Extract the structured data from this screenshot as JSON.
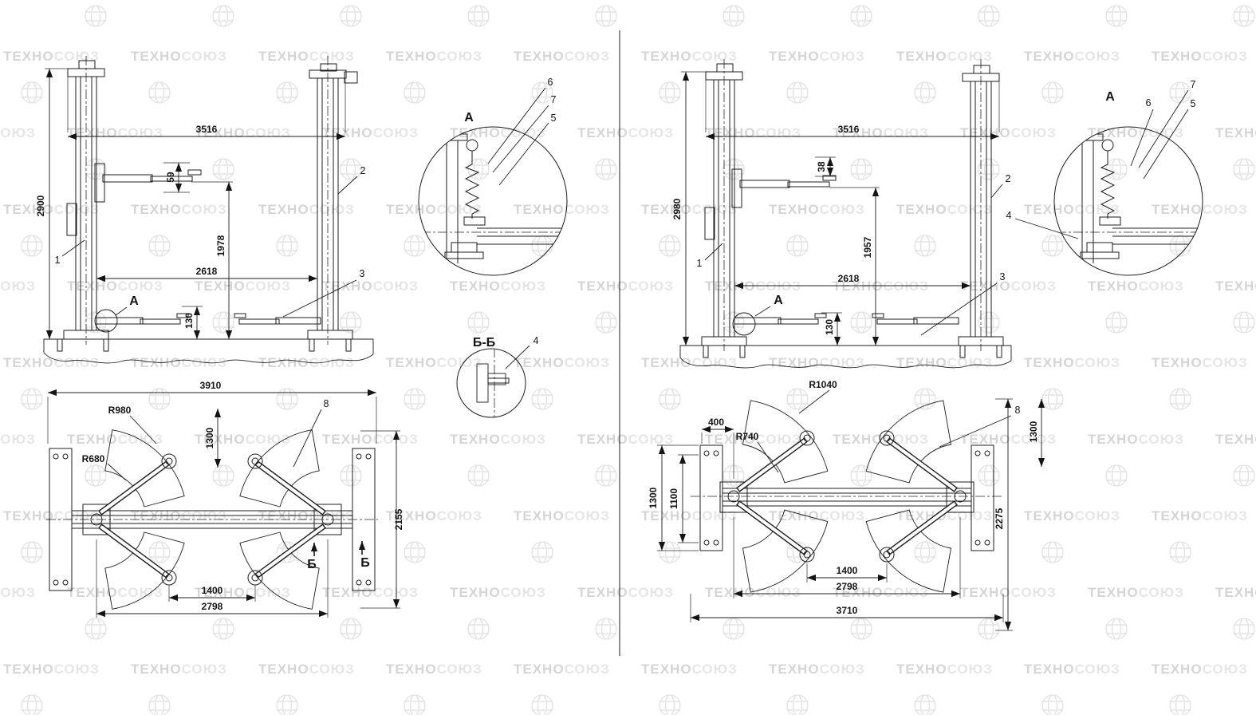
{
  "watermark": {
    "part1": "ТЕХНО",
    "part2": "СОЮЗ"
  },
  "left": {
    "front": {
      "dim_3516": "3516",
      "dim_2900": "2900",
      "dim_59": "59",
      "dim_1978": "1978",
      "dim_2618": "2618",
      "dim_130": "130",
      "callout_1": "1",
      "callout_2": "2",
      "callout_3": "3",
      "detail_marker": "А"
    },
    "detail_a": {
      "label": "А",
      "callout_6": "6",
      "callout_7": "7",
      "callout_5": "5"
    },
    "section_b": {
      "label": "Б-Б",
      "callout_4": "4"
    },
    "plan": {
      "dim_3910": "3910",
      "dim_r980": "R980",
      "dim_r680": "R680",
      "dim_1300": "1300",
      "callout_8": "8",
      "dim_2155": "2155",
      "dim_1400": "1400",
      "dim_2798": "2798",
      "section_arrow_1": "Б",
      "section_arrow_2": "Б"
    }
  },
  "right": {
    "front": {
      "dim_3516": "3516",
      "dim_2980": "2980",
      "dim_38": "38",
      "dim_1957": "1957",
      "dim_2618": "2618",
      "dim_130": "130",
      "callout_1": "1",
      "callout_2": "2",
      "callout_3": "3",
      "callout_4": "4",
      "detail_marker": "А"
    },
    "detail_a": {
      "label": "А",
      "callout_6": "6",
      "callout_7": "7",
      "callout_5": "5"
    },
    "plan": {
      "dim_r1040": "R1040",
      "dim_400": "400",
      "dim_r740": "R740",
      "dim_1300_top": "1300",
      "callout_8": "8",
      "dim_1300_left": "1300",
      "dim_1100": "1100",
      "dim_2275": "2275",
      "dim_1400": "1400",
      "dim_2798": "2798",
      "dim_3710": "3710"
    }
  }
}
